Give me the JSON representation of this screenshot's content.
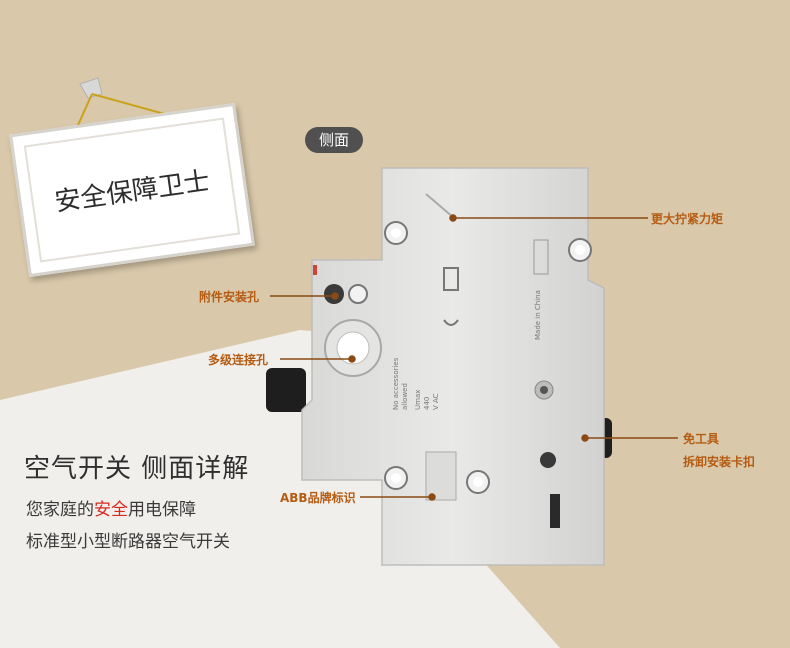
{
  "banner": {
    "text": "安全保障卫士"
  },
  "view_tag": "侧面",
  "callouts": {
    "torque": "更大拧紧力矩",
    "accessory_hole": "附件安装孔",
    "multi_connect": "多级连接孔",
    "tool_free_1": "免工具",
    "tool_free_2": "拆卸安装卡扣",
    "abb_logo": "ABB品牌标识"
  },
  "device_text": {
    "no_accessories": "No accessories",
    "allowed": "allowed",
    "umax": "Umax",
    "voltage": "440",
    "vac": "V AC",
    "made_in": "Made in China"
  },
  "headline": "空气开关 侧面详解",
  "sub1": {
    "prefix": "您家庭的",
    "highlight": "安全",
    "suffix": "用电保障"
  },
  "sub2": "标准型小型断路器空气开关",
  "colors": {
    "tan": "#d9c8a9",
    "callout": "#b55c13",
    "accent_red": "#d62a1f",
    "pill": "#505050"
  }
}
